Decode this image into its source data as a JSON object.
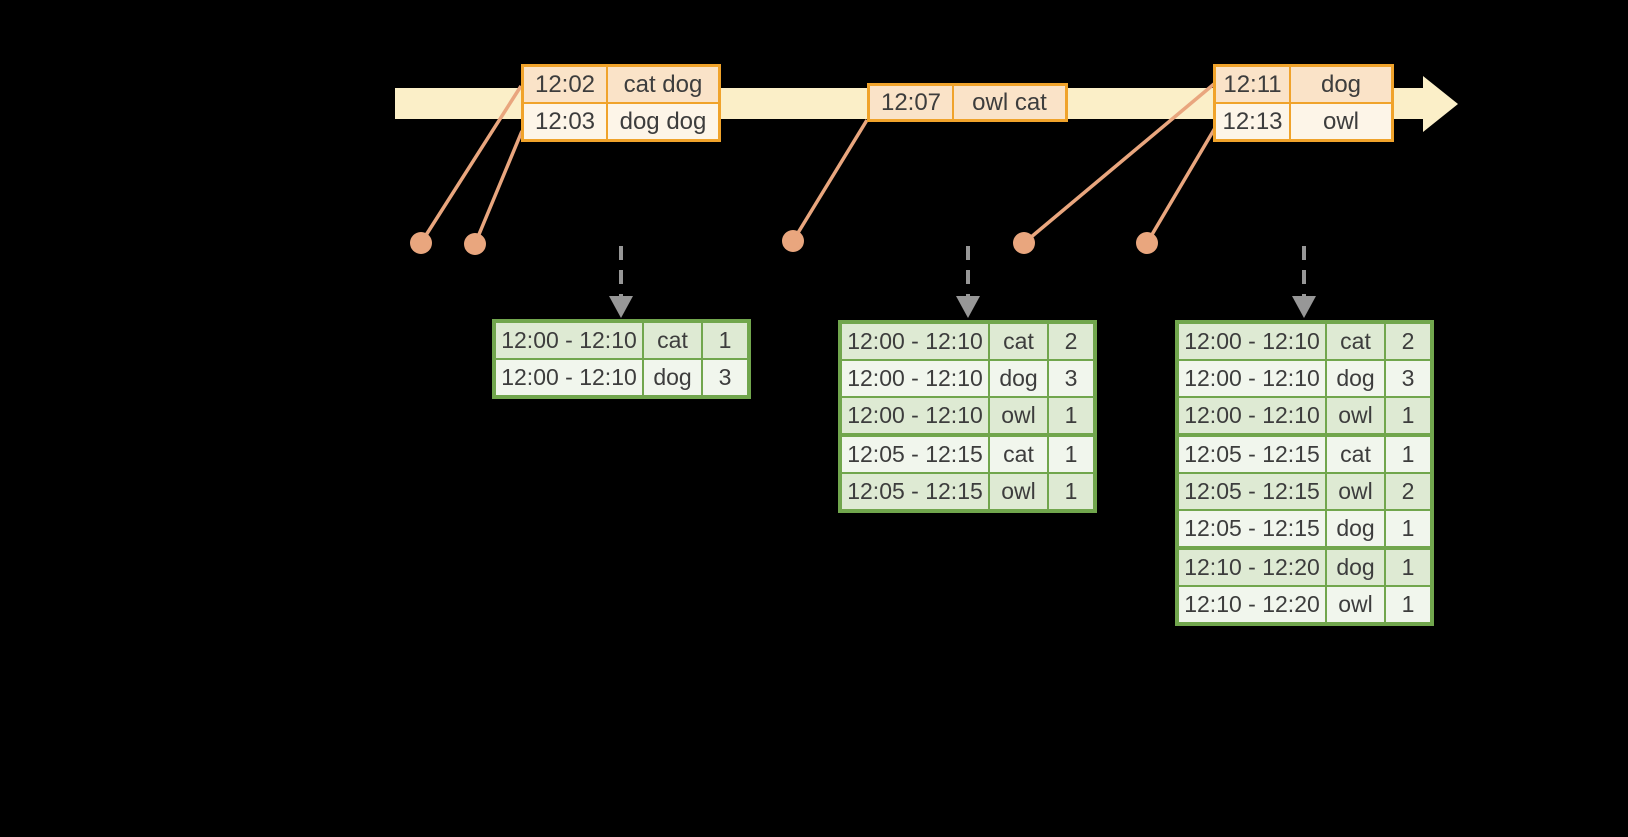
{
  "colors": {
    "bg": "#000000",
    "band": "#FBEFC8",
    "orange_border": "#F0A32B",
    "orange_row_dark": "#FAE3C8",
    "orange_row_light": "#FDF5E8",
    "salmon": "#E9A67E",
    "gray_arrow": "#979797",
    "green_border": "#71A64D",
    "green_row_dark": "#DEEAD3",
    "green_row_light": "#F1F6ED",
    "text": "#3D3D3D"
  },
  "stream_event_tables": [
    {
      "rows": [
        {
          "time": "12:02",
          "events": "cat dog"
        },
        {
          "time": "12:03",
          "events": "dog dog"
        }
      ]
    },
    {
      "rows": [
        {
          "time": "12:07",
          "events": "owl cat"
        }
      ]
    },
    {
      "rows": [
        {
          "time": "12:11",
          "events": "dog"
        },
        {
          "time": "12:13",
          "events": "owl"
        }
      ]
    }
  ],
  "window_result_tables": [
    {
      "rows": [
        {
          "window": "12:00 - 12:10",
          "key": "cat",
          "count": "1"
        },
        {
          "window": "12:00 - 12:10",
          "key": "dog",
          "count": "3"
        }
      ]
    },
    {
      "rows": [
        {
          "window": "12:00 - 12:10",
          "key": "cat",
          "count": "2"
        },
        {
          "window": "12:00 - 12:10",
          "key": "dog",
          "count": "3"
        },
        {
          "window": "12:00 - 12:10",
          "key": "owl",
          "count": "1"
        },
        {
          "window": "12:05 - 12:15",
          "key": "cat",
          "count": "1"
        },
        {
          "window": "12:05 - 12:15",
          "key": "owl",
          "count": "1"
        }
      ]
    },
    {
      "rows": [
        {
          "window": "12:00 - 12:10",
          "key": "cat",
          "count": "2"
        },
        {
          "window": "12:00 - 12:10",
          "key": "dog",
          "count": "3"
        },
        {
          "window": "12:00 - 12:10",
          "key": "owl",
          "count": "1"
        },
        {
          "window": "12:05 - 12:15",
          "key": "cat",
          "count": "1"
        },
        {
          "window": "12:05 - 12:15",
          "key": "owl",
          "count": "2"
        },
        {
          "window": "12:05 - 12:15",
          "key": "dog",
          "count": "1"
        },
        {
          "window": "12:10 - 12:20",
          "key": "dog",
          "count": "1"
        },
        {
          "window": "12:10 - 12:20",
          "key": "owl",
          "count": "1"
        }
      ]
    }
  ]
}
